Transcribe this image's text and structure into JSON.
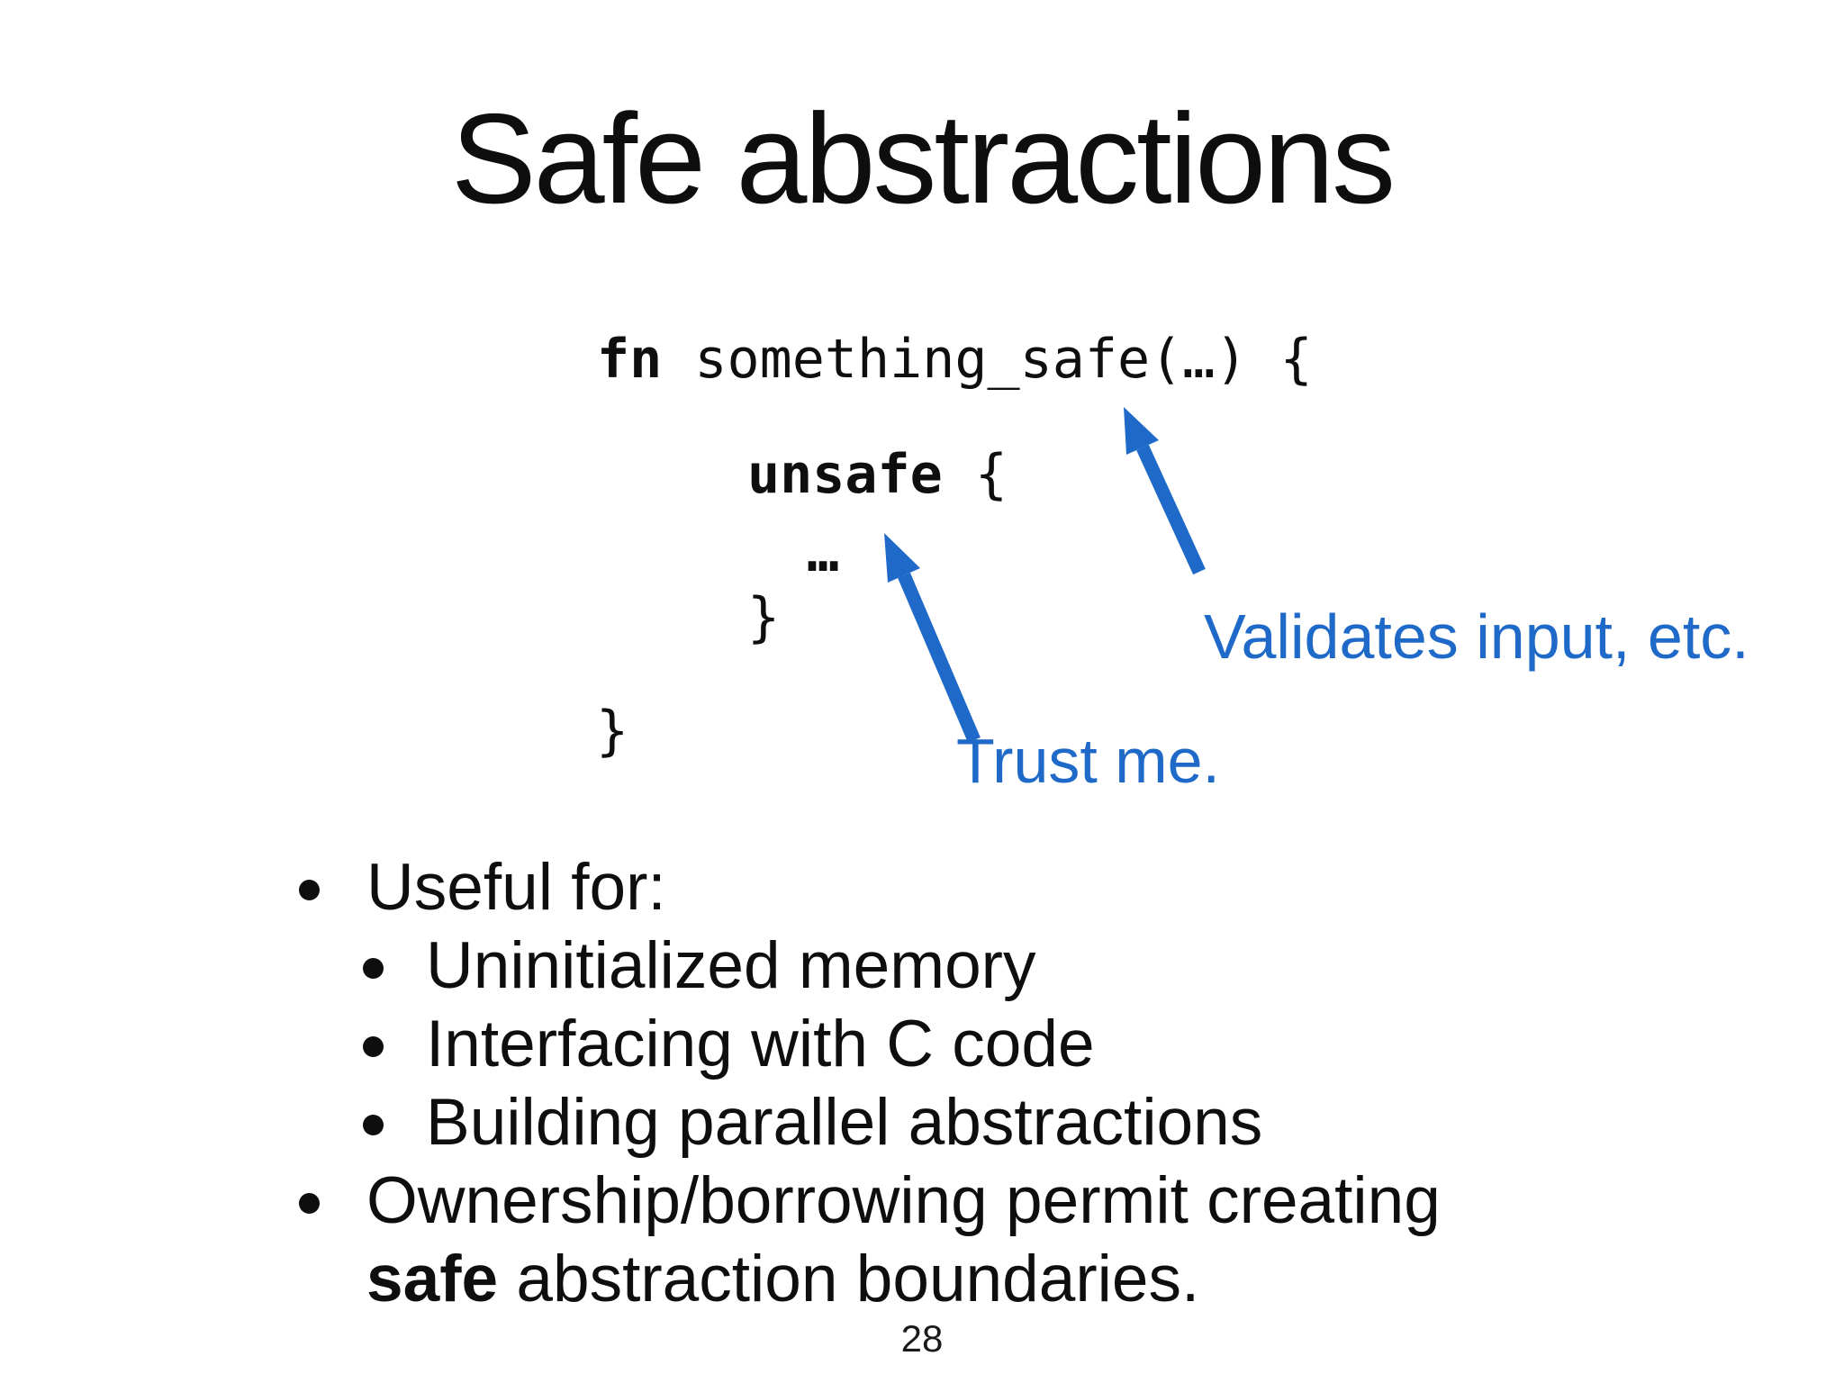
{
  "slide": {
    "title": "Safe abstractions",
    "page_number": "28"
  },
  "colors": {
    "accent_blue": "#1f6ac8",
    "text": "#0e0e0e",
    "background": "#ffffff"
  },
  "code": {
    "line1": {
      "keyword": "fn",
      "rest": " something_safe(…) {"
    },
    "line2": {
      "keyword": "unsafe",
      "rest": " {"
    },
    "line3": {
      "text": "…"
    },
    "line4": {
      "text": "}"
    },
    "line5": {
      "text": "}"
    }
  },
  "annotations": {
    "validates": "Validates input, etc.",
    "trust": "Trust me."
  },
  "bullets": {
    "bullet_char": "",
    "items": [
      {
        "level": 1,
        "text": "Useful for:"
      },
      {
        "level": 2,
        "text": "Uninitialized memory"
      },
      {
        "level": 2,
        "text": "Interfacing with C code"
      },
      {
        "level": 2,
        "text": "Building parallel abstractions"
      },
      {
        "level": 1,
        "text": "Ownership/borrowing permit creating"
      },
      {
        "level": 1,
        "continuation": true,
        "bold": "safe",
        "text": " abstraction boundaries."
      }
    ]
  }
}
